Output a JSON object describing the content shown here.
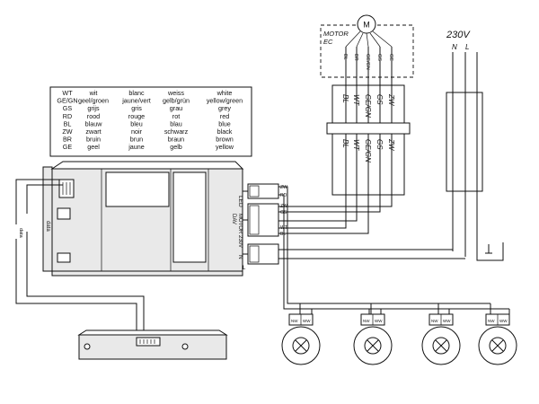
{
  "color_table": {
    "rows": [
      [
        "WT",
        "wit",
        "blanc",
        "weiss",
        "white"
      ],
      [
        "GE/GN",
        "geel/groen",
        "jaune/vert",
        "gelb/grün",
        "yellow/green"
      ],
      [
        "GS",
        "grijs",
        "gris",
        "grau",
        "grey"
      ],
      [
        "RD",
        "rood",
        "rouge",
        "rot",
        "red"
      ],
      [
        "BL",
        "blauw",
        "bleu",
        "blau",
        "blue"
      ],
      [
        "ZW",
        "zwart",
        "noir",
        "schwarz",
        "black"
      ],
      [
        "BR",
        "bruin",
        "brun",
        "braun",
        "brown"
      ],
      [
        "GE",
        "geel",
        "jaune",
        "gelb",
        "yellow"
      ]
    ]
  },
  "motor": {
    "label_line1": "MOTOR",
    "label_line2": "EC",
    "symbol": "M",
    "wires": [
      "BL",
      "BR",
      "GE/GN",
      "GS",
      "GE"
    ]
  },
  "cable_labels": {
    "upper": [
      "BL",
      "WT",
      "GE/GN",
      "GS",
      "ZW"
    ],
    "lower": [
      "BL",
      "WT",
      "GE/GN",
      "GS",
      "ZW"
    ]
  },
  "power": {
    "voltage": "230V",
    "neutral": "N",
    "line": "L"
  },
  "control_box": {
    "side_labels": [
      "LED",
      "MOTOR",
      "DAV",
      "230V",
      "N"
    ],
    "led_terminals": [
      "ZW",
      "RD"
    ],
    "motor_terminals": [
      "ZW",
      "GS",
      "WT",
      "BL"
    ],
    "bottom_label": "L",
    "side_text": "data"
  },
  "lamps": {
    "terminals": [
      "NW",
      "WW"
    ],
    "count": 4
  }
}
